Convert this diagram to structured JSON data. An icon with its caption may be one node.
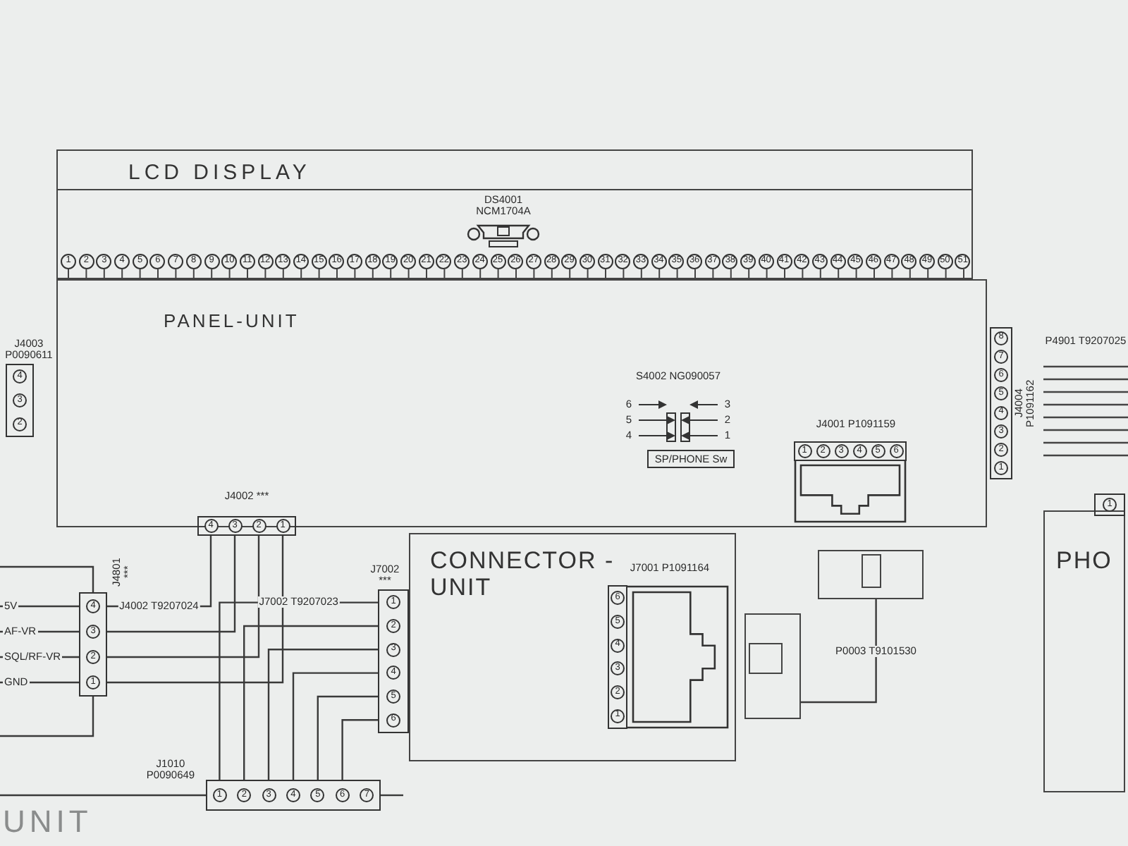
{
  "diagram": {
    "nodes": [
      {
        "text": [
          "LCD DISPLAY"
        ]
      },
      {
        "text": [
          "DS4001 NCM1704A"
        ],
        "in": 0
      },
      {
        "text": [
          "1",
          "2",
          "3",
          "4",
          "5",
          "6",
          "7",
          "8",
          "9",
          "10",
          "11",
          "12",
          "13",
          "14",
          "15",
          "16",
          "17",
          "18",
          "19",
          "20",
          "21",
          "22",
          "23",
          "24",
          "25",
          "26",
          "27",
          "28",
          "29",
          "30",
          "31",
          "32",
          "33",
          "34",
          "35",
          "36",
          "37",
          "38",
          "39",
          "40",
          "41",
          "42",
          "43",
          "44",
          "45",
          "46",
          "47",
          "48",
          "49",
          "50",
          "51"
        ],
        "in": 0
      },
      {
        "text": [
          "PANEL-UNIT"
        ]
      },
      {
        "text": [
          "J4003 P0090611",
          "4",
          "3",
          "2"
        ]
      },
      {
        "text": [
          "S4002 NG090057",
          "6",
          "5",
          "4",
          "3",
          "2",
          "1"
        ],
        "in": 3
      },
      {
        "text": [
          "SP/PHONE Sw"
        ],
        "in": 3
      },
      {
        "text": [
          "J4001 P1091159",
          "1",
          "2",
          "3",
          "4",
          "5",
          "6"
        ],
        "in": 3
      },
      {
        "text": [
          "J4004 P1091162",
          "8",
          "7",
          "6",
          "5",
          "4",
          "3",
          "2",
          "1"
        ]
      },
      {
        "text": [
          "P4901 T9207025"
        ]
      },
      {
        "text": [
          "J4002 ***",
          "4",
          "3",
          "2",
          "1"
        ]
      },
      {
        "text": [
          "J4801 ***",
          "4",
          "3",
          "2",
          "1"
        ]
      },
      {
        "text": [
          "CONNECTOR -UNIT"
        ]
      },
      {
        "text": [
          "J7002 ***",
          "1",
          "2",
          "3",
          "4",
          "5",
          "6"
        ]
      },
      {
        "text": [
          "J7001 P1091164",
          "6",
          "5",
          "4",
          "3",
          "2",
          "1"
        ],
        "in": 12
      },
      {
        "text": [
          "J1010 P0090649",
          "1",
          "2",
          "3",
          "4",
          "5",
          "6",
          "7"
        ]
      },
      {
        "text": [],
        "shape": "box"
      },
      {
        "text": [],
        "shape": "box"
      },
      {
        "text": [
          "PHO"
        ]
      },
      {
        "text": [
          "1"
        ]
      }
    ],
    "edges": [
      {
        "from": 10,
        "to": 11,
        "arrow": "none",
        "label": "J4002 T9207024"
      },
      {
        "from": 10,
        "to": 11,
        "arrow": "none"
      },
      {
        "from": 10,
        "to": 11,
        "arrow": "none"
      },
      {
        "from": 10,
        "to": 11,
        "arrow": "none"
      },
      {
        "from": 11,
        "to": null,
        "arrow": "none",
        "label": "5V"
      },
      {
        "from": 11,
        "to": null,
        "arrow": "none",
        "label": "AF-VR"
      },
      {
        "from": 11,
        "to": null,
        "arrow": "none",
        "label": "SQL/RF-VR"
      },
      {
        "from": 11,
        "to": null,
        "arrow": "none",
        "label": "GND"
      },
      {
        "from": 11,
        "to": null,
        "arrow": "none"
      },
      {
        "from": 11,
        "to": null,
        "arrow": "none"
      },
      {
        "from": 13,
        "to": 15,
        "arrow": "none",
        "label": "J7002 T9207023"
      },
      {
        "from": 13,
        "to": 15,
        "arrow": "none"
      },
      {
        "from": 13,
        "to": 15,
        "arrow": "none"
      },
      {
        "from": 13,
        "to": 15,
        "arrow": "none"
      },
      {
        "from": 13,
        "to": 15,
        "arrow": "none"
      },
      {
        "from": 13,
        "to": 15,
        "arrow": "none"
      },
      {
        "from": 15,
        "to": null,
        "arrow": "none"
      },
      {
        "from": 15,
        "to": null,
        "arrow": "none"
      },
      {
        "from": 16,
        "to": 17,
        "arrow": "none",
        "label": "P0003 T9101530"
      }
    ],
    "labels": [
      "UNIT"
    ]
  }
}
